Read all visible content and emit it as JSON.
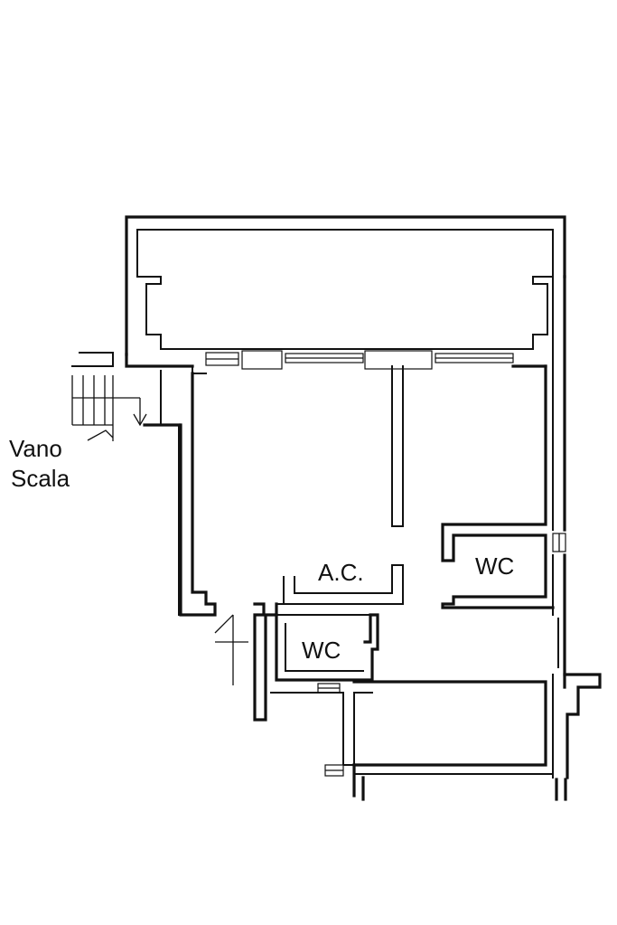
{
  "labels": {
    "stair_line1": "Vano",
    "stair_line2": "Scala",
    "ac_room": "A.C.",
    "wc_right": "WC",
    "wc_lower": "WC"
  },
  "colors": {
    "ink": "#111111",
    "paper": "#ffffff"
  }
}
